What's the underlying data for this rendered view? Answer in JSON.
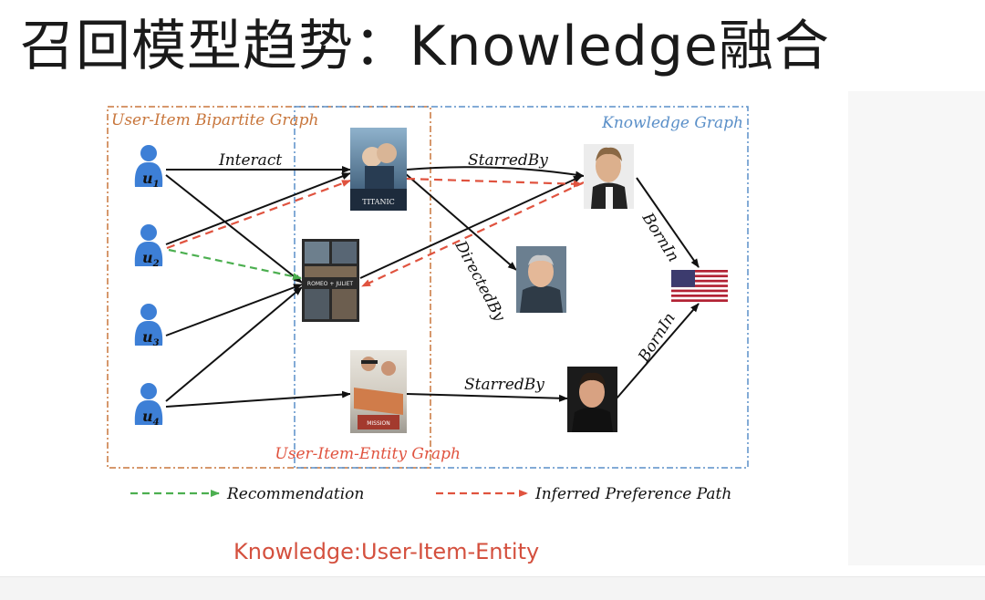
{
  "title": "召回模型趋势：Knowledge融合",
  "caption": "Knowledge:User-Item-Entity",
  "colors": {
    "bipartite_border": "#c8763c",
    "knowledge_border": "#5a8fc8",
    "recommendation": "#4caf50",
    "inferred": "#e0533f",
    "arrow": "#111111",
    "user_icon": "#3d7fd6"
  },
  "diagram": {
    "region_labels": {
      "bipartite": "User-Item Bipartite Graph",
      "knowledge": "Knowledge Graph",
      "entity": "User-Item-Entity Graph"
    },
    "users": [
      {
        "id": "u1",
        "label": "u",
        "sub": "1"
      },
      {
        "id": "u2",
        "label": "u",
        "sub": "2"
      },
      {
        "id": "u3",
        "label": "u",
        "sub": "3"
      },
      {
        "id": "u4",
        "label": "u",
        "sub": "4"
      }
    ],
    "items": [
      {
        "id": "titanic",
        "icon": "movie-poster-titanic",
        "text": "TITANIC"
      },
      {
        "id": "romeo-juliet",
        "icon": "movie-poster-romeo-juliet",
        "text": "ROMEO + JULIET"
      },
      {
        "id": "mission",
        "icon": "movie-poster-mission",
        "text": "MISSION"
      }
    ],
    "entities": [
      {
        "id": "leo",
        "icon": "actor-portrait"
      },
      {
        "id": "cameron",
        "icon": "director-portrait"
      },
      {
        "id": "cruise",
        "icon": "actor-portrait"
      },
      {
        "id": "usa",
        "icon": "us-flag-icon"
      }
    ],
    "edge_labels": {
      "interact": "Interact",
      "starred_by_1": "StarredBy",
      "directed_by": "DirectedBy",
      "born_in_1": "BornIn",
      "born_in_2": "BornIn",
      "starred_by_2": "StarredBy"
    },
    "legend": {
      "recommendation": "Recommendation",
      "inferred": "Inferred Preference Path"
    }
  }
}
